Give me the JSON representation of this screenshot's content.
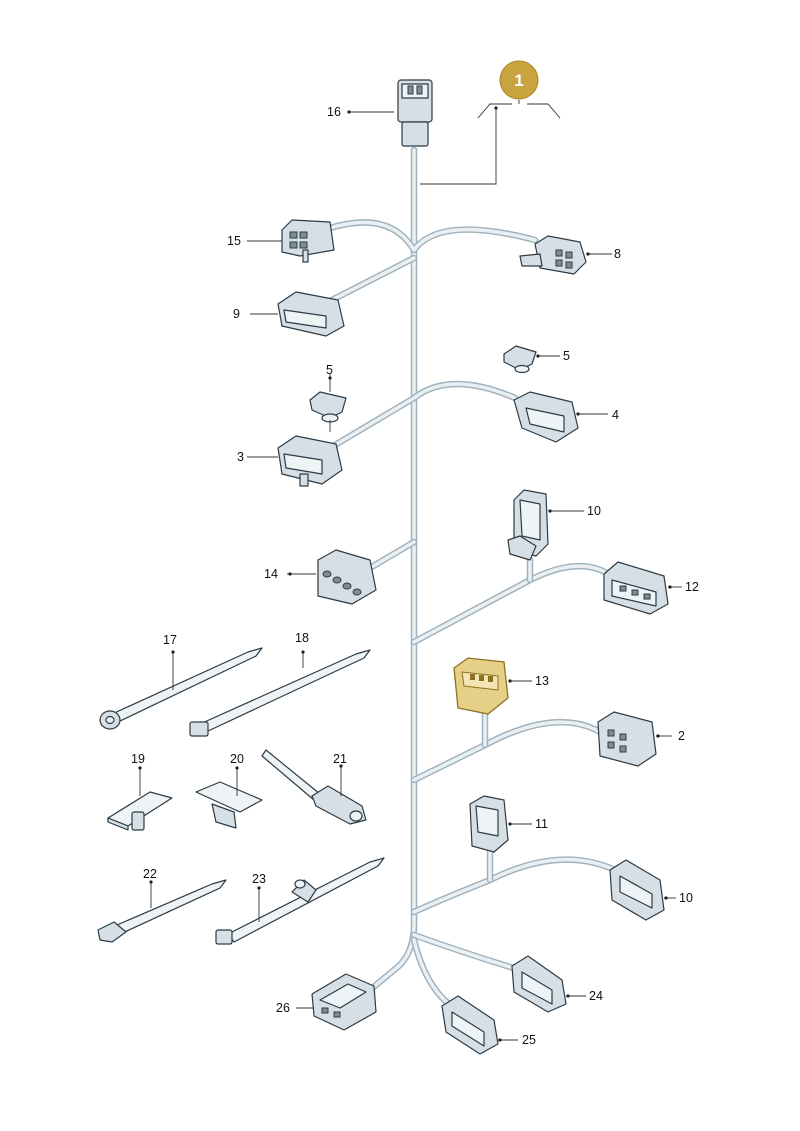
{
  "badge": {
    "label": "1",
    "color": "#c9a43e"
  },
  "colors": {
    "wire": "#9fb2bd",
    "part": "#d6dfe5",
    "highlight": "#e6cf86"
  },
  "callouts": [
    {
      "id": "c16a",
      "text": "16"
    },
    {
      "id": "c15",
      "text": "15"
    },
    {
      "id": "c8",
      "text": "8"
    },
    {
      "id": "c9",
      "text": "9"
    },
    {
      "id": "c5a",
      "text": "5"
    },
    {
      "id": "c5b",
      "text": "5"
    },
    {
      "id": "c4",
      "text": "4"
    },
    {
      "id": "c3",
      "text": "3"
    },
    {
      "id": "c10a",
      "text": "10"
    },
    {
      "id": "c12",
      "text": "12"
    },
    {
      "id": "c14",
      "text": "14"
    },
    {
      "id": "c17",
      "text": "17"
    },
    {
      "id": "c18",
      "text": "18"
    },
    {
      "id": "c13",
      "text": "13"
    },
    {
      "id": "c2",
      "text": "2"
    },
    {
      "id": "c19",
      "text": "19"
    },
    {
      "id": "c20",
      "text": "20"
    },
    {
      "id": "c21",
      "text": "21"
    },
    {
      "id": "c11",
      "text": "11"
    },
    {
      "id": "c10b",
      "text": "10"
    },
    {
      "id": "c22",
      "text": "22"
    },
    {
      "id": "c23",
      "text": "23"
    },
    {
      "id": "c24",
      "text": "24"
    },
    {
      "id": "c26",
      "text": "26"
    },
    {
      "id": "c25",
      "text": "25"
    }
  ]
}
